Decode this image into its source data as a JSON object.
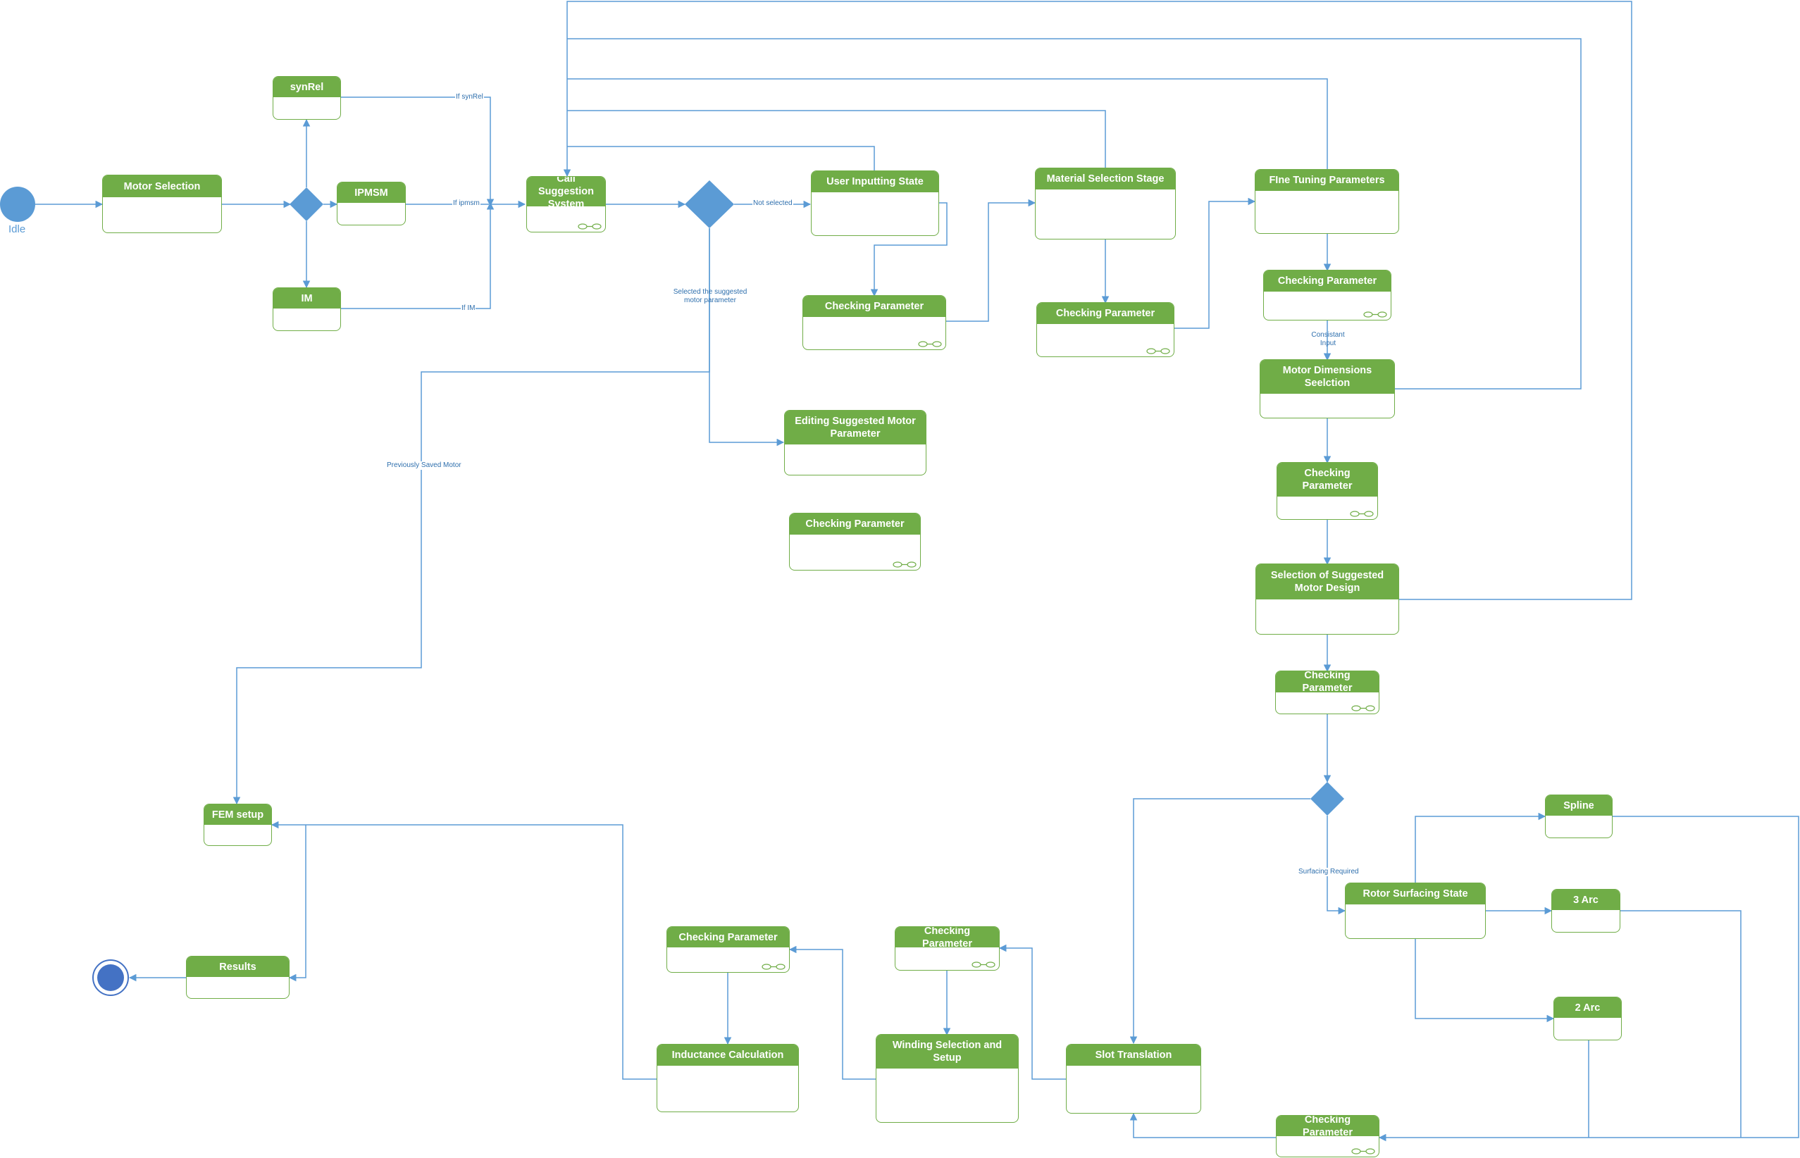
{
  "diagram": {
    "states": {
      "motor_selection": "Motor Selection",
      "synrel": "synRel",
      "ipmsm": "IPMSM",
      "im": "IM",
      "call_suggestion": "Call Suggestion System",
      "user_inputting": "User Inputting State",
      "checking_user": "Checking Parameter",
      "editing_suggested": "Editing Suggested Motor Parameter",
      "checking_editing": "Checking Parameter",
      "material_selection": "Material Selection Stage",
      "checking_material": "Checking Parameter",
      "fine_tuning": "FIne Tuning Parameters",
      "checking_fine": "Checking Parameter",
      "motor_dimensions": "Motor Dimensions Seelction",
      "checking_dimensions": "Checking Parameter",
      "selection_suggested": "Selection of Suggested Motor Design",
      "checking_selection": "Checking Parameter",
      "rotor_surfacing": "Rotor Surfacing State",
      "spline": "Spline",
      "arc3": "3 Arc",
      "arc2": "2 Arc",
      "checking_surfacing": "Checking Parameter",
      "slot_translation": "Slot Translation",
      "checking_slot": "Checking Parameter",
      "winding": "Winding Selection and Setup",
      "checking_winding": "Checking Parameter",
      "inductance": "Inductance Calculation",
      "fem_setup": "FEM setup",
      "results": "Results"
    },
    "pseudostates": {
      "initial_label": "Idle"
    },
    "transitions": {
      "if_synrel": "If synRel",
      "if_ipmsm": "If ipmsm",
      "if_im": "If IM",
      "not_selected": "Not selected",
      "selected_suggested": "Selected the suggested motor parameter",
      "previously_saved": "Previously Saved Motor",
      "consistent_input": "Consistant Input",
      "surfacing_required": "Surfacing Required"
    },
    "colors": {
      "state_fill": "#70ad47",
      "connector": "#5b9bd5",
      "pseudostate": "#5b9bd5",
      "final": "#4472c4"
    }
  }
}
